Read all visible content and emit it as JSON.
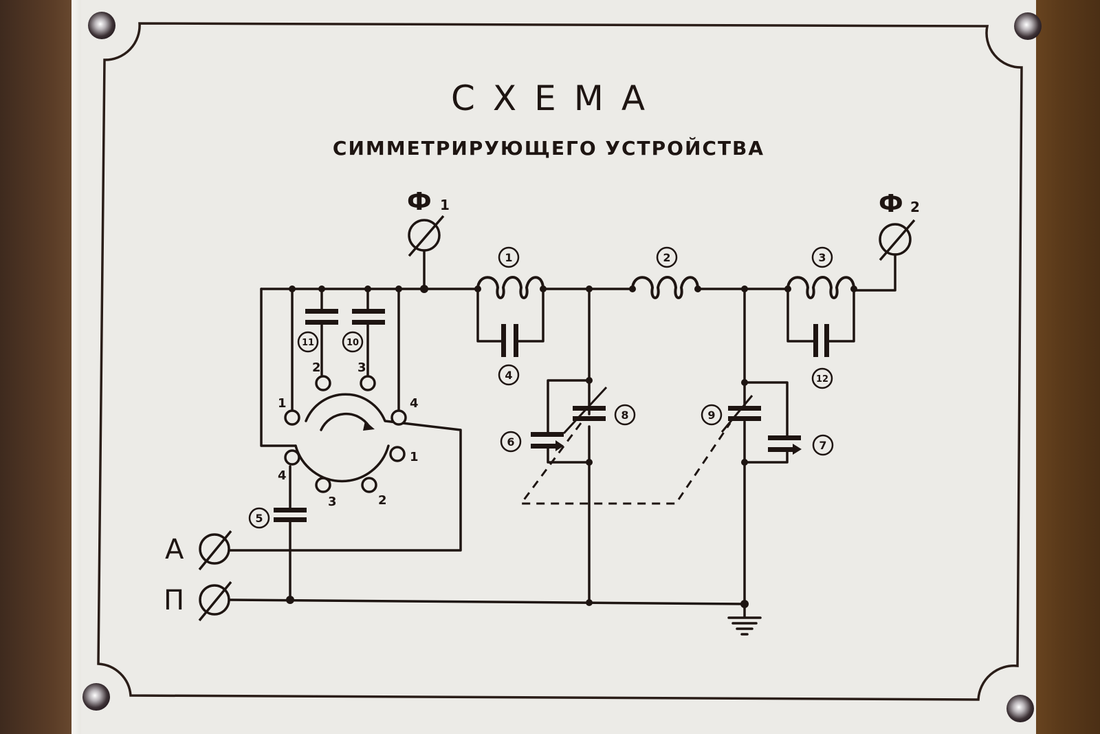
{
  "plate": {
    "title": "СХЕМА",
    "subtitle": "СИММЕТРИРУЮЩЕГО УСТРОЙСТВА"
  },
  "terminals": {
    "phi1": {
      "label": "Ф",
      "sub": "1"
    },
    "phi2": {
      "label": "Ф",
      "sub": "2"
    },
    "a": {
      "label": "А"
    },
    "p": {
      "label": "П"
    }
  },
  "components": {
    "c1": "1",
    "c2": "2",
    "c3": "3",
    "c4": "4",
    "c5": "5",
    "c6": "6",
    "c7": "7",
    "c8": "8",
    "c9": "9",
    "c10": "10",
    "c11": "11",
    "c12": "12"
  },
  "switch": {
    "upper_contacts": [
      "1",
      "2",
      "3",
      "4"
    ],
    "lower_contacts": [
      "4",
      "3",
      "2",
      "1"
    ]
  },
  "colors": {
    "plate": "#ecebe7",
    "ink": "#1e1512",
    "frame_wood": "#5a3b22"
  }
}
